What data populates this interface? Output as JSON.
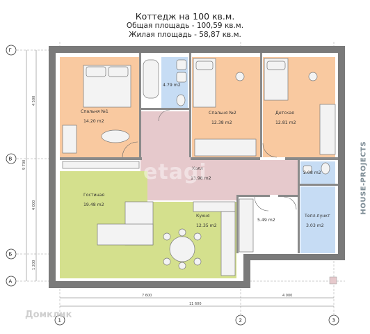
{
  "header": {
    "title": "Коттедж на 100 кв.м.",
    "total_area": "Общая площадь - 100,59 кв.м.",
    "living_area": "Жилая площадь - 58,87 кв.м."
  },
  "rooms": {
    "bedroom1": {
      "name": "Спальня №1",
      "area": "14.20 m2"
    },
    "bathroom": {
      "area": "4.79 m2"
    },
    "bedroom2": {
      "name": "Спальня №2",
      "area": "12.38 m2"
    },
    "kids": {
      "name": "Детская",
      "area": "12.81 m2"
    },
    "hall": {
      "name": "Холл",
      "area": "13.98 m2"
    },
    "wc": {
      "area": "2.08 m2"
    },
    "living": {
      "name": "Гостиная",
      "area": "19.48 m2"
    },
    "kitchen": {
      "name": "Кухня",
      "area": "12.35 m2"
    },
    "storage": {
      "area": "5.49 m2"
    },
    "heat": {
      "name": "Тепл.пункт",
      "area": "3.03 m2"
    }
  },
  "axes": {
    "rows": [
      "Г",
      "В",
      "Б",
      "А"
    ],
    "cols": [
      "1",
      "2",
      "3"
    ]
  },
  "dimensions": {
    "left_top": "4 500",
    "left_mid": "4 000",
    "left_bottom": "1 200",
    "left_total": "9 700",
    "bottom_left": "7 600",
    "bottom_right": "4 000",
    "bottom_total": "11 600"
  },
  "watermark": "etagi",
  "brand": "HOUSE-PROJECTS",
  "logo": "Домклик",
  "colors": {
    "bedroom": "#f9c9a0",
    "bath": "#c6dcf4",
    "hall": "#e6c9cc",
    "living": "#d4e08d",
    "wall": "#7a7a7a",
    "furniture": "#f3f3f3"
  }
}
